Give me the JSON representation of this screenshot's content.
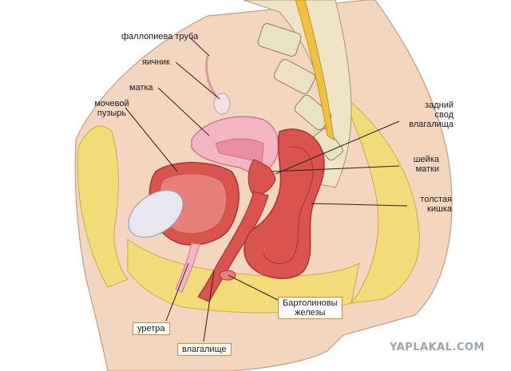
{
  "labels": {
    "fallopian_tube": "фаллопиева труба",
    "ovary": "яичник",
    "uterus": "матка",
    "bladder_line1": "мочевой",
    "bladder_line2": "пузырь",
    "fornix_line1": "задний",
    "fornix_line2": "свод",
    "fornix_line3": "влагалища",
    "cervix_line1": "шейка",
    "cervix_line2": "матки",
    "colon_line1": "толстая",
    "colon_line2": "кишка",
    "bartholin_line1": "Бартолиновы",
    "bartholin_line2": "железы",
    "urethra": "уретра",
    "vagina": "влагалище"
  },
  "watermark": "YAPLAKAL.COM",
  "colors": {
    "skin": "#f3d6c0",
    "skin_edge": "#c99a7e",
    "fat": "#f2dc7a",
    "muscle": "#d9534f",
    "muscle_dark": "#a83232",
    "uterus": "#f4b6c2",
    "bone": "#e9e2c4",
    "box_border": "#e8842a"
  }
}
